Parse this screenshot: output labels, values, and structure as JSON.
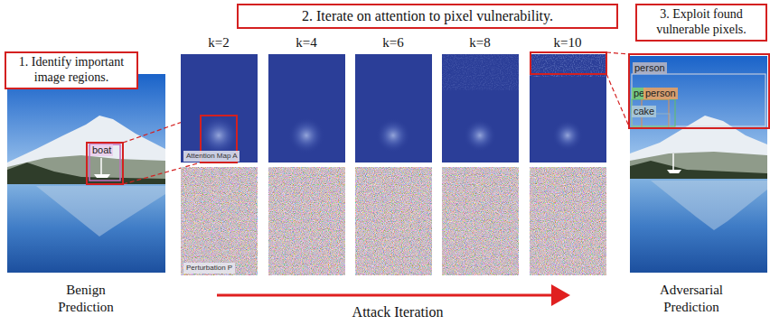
{
  "diagram": {
    "nodes": [
      {
        "text": [
          "1. Identify important image regions."
        ]
      },
      {
        "text": [
          "2. Iterate on attention to pixel vulnerability."
        ]
      },
      {
        "text": [
          "3. Exploit found vulnerable pixels."
        ]
      }
    ],
    "labels": [
      "boat",
      "Benign Prediction",
      "k=2",
      "k=4",
      "k=6",
      "k=8",
      "k=10",
      "Attention Map A",
      "Perturbation P",
      "person",
      "pe",
      "person",
      "cake",
      "Adversarial Prediction",
      "Attack Iteration"
    ]
  }
}
